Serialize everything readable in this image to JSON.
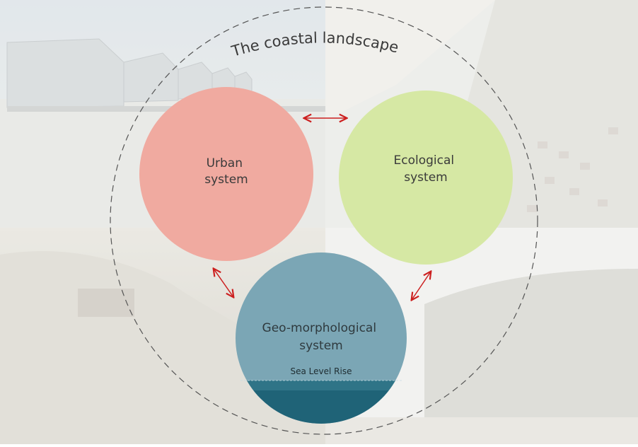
{
  "title": "The coastal landscape",
  "systems": {
    "urban": [
      "Urban",
      "system"
    ],
    "ecological": [
      "Ecological",
      "system"
    ],
    "geomorphological": [
      "Geo-morphological",
      "system"
    ]
  },
  "sea_level_label": "Sea Level Rise",
  "colors": {
    "urban": "#f0aaa0",
    "ecological": "#d6e8a4",
    "geomorphological": "#7ba6b5",
    "sea": "#1f6377",
    "sea_band": "#2f7487",
    "arrow": "#cc1f1f",
    "text": "#3a3a3a",
    "dashed_circle": "#555555"
  }
}
